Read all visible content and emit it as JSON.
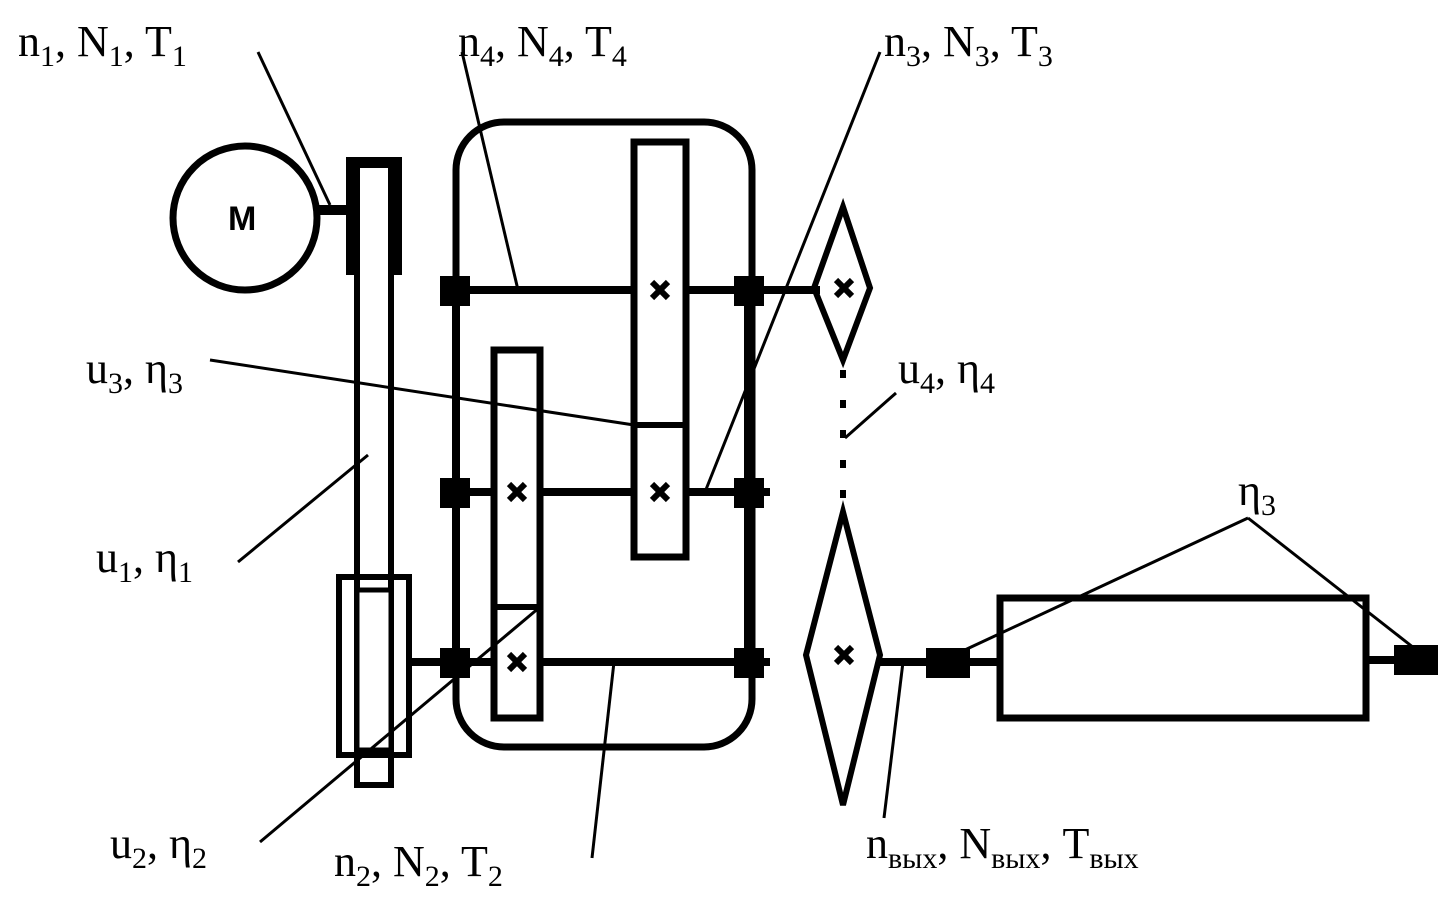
{
  "motor_label": "M",
  "labels": {
    "n1": {
      "a": "n",
      "as": "1",
      "b": ", N",
      "bs": "1",
      "c": ",  T",
      "cs": "1"
    },
    "n4": {
      "a": "n",
      "as": "4",
      "b": ", N",
      "bs": "4",
      "c": ",  T",
      "cs": "4"
    },
    "n3": {
      "a": "n",
      "as": "3",
      "b": ", N",
      "bs": "3",
      "c": ",  T",
      "cs": "3"
    },
    "u3": {
      "a": "u",
      "as": "3",
      "b": ", η",
      "bs": "3"
    },
    "u4": {
      "a": "u",
      "as": "4",
      "b": ", η",
      "bs": "4"
    },
    "u1": {
      "a": "u",
      "as": "1",
      "b": ", η",
      "bs": "1"
    },
    "eta3": {
      "a": "η",
      "as": "3"
    },
    "u2": {
      "a": "u",
      "as": "2",
      "b": ", η",
      "bs": "2"
    },
    "n2": {
      "a": "n",
      "as": "2",
      "b": ", N",
      "bs": "2",
      "c": ",  T",
      "cs": "2"
    },
    "nout": {
      "a": "n",
      "as": "вых",
      "b": ", N",
      "bs": "вых",
      "c": ", T",
      "cs": "вых"
    }
  }
}
